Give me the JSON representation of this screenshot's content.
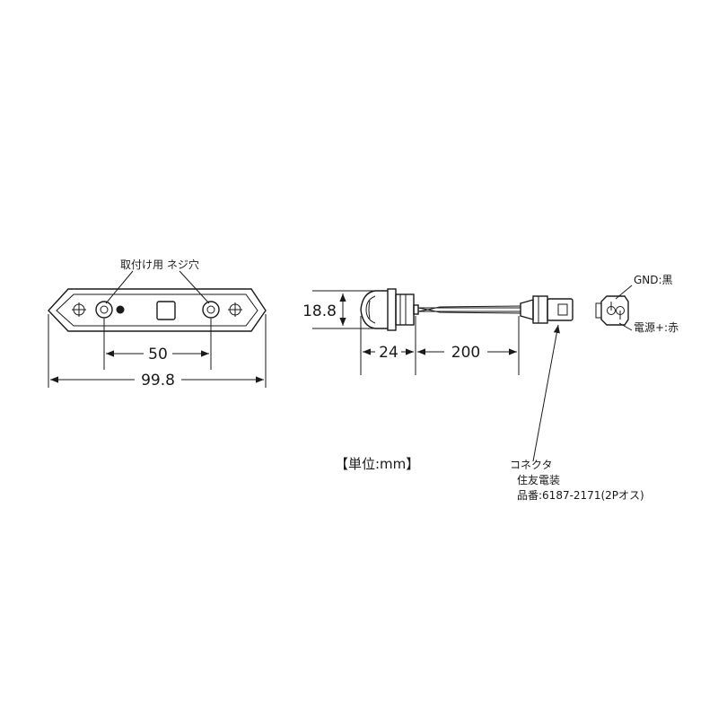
{
  "labels": {
    "mount_hole": "取付け用 ネジ穴",
    "gnd": "GND:黒",
    "power": "電源+:赤",
    "unit": "【単位:mm】",
    "connector_title": "コネクタ",
    "connector_maker": "住友電装",
    "connector_part": "品番:6187-2171(2Pオス)"
  },
  "dimensions": {
    "hole_pitch": "50",
    "total_length": "99.8",
    "height": "18.8",
    "body_depth": "24",
    "cable_length": "200"
  }
}
